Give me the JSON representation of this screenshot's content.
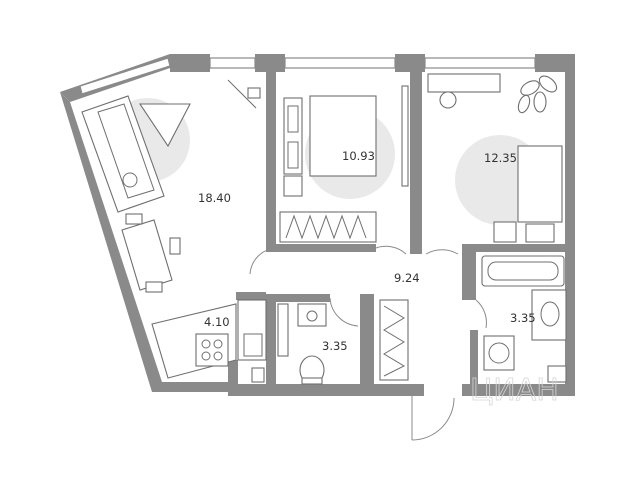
{
  "rooms": [
    {
      "id": "living",
      "area": "18.40"
    },
    {
      "id": "bedroom1",
      "area": "10.93"
    },
    {
      "id": "bedroom2",
      "area": "12.35"
    },
    {
      "id": "hall",
      "area": "9.24"
    },
    {
      "id": "kitchen",
      "area": "4.10"
    },
    {
      "id": "bath1",
      "area": "3.35"
    },
    {
      "id": "bath2",
      "area": "3.35"
    }
  ],
  "watermark": "ЦИАН",
  "colors": {
    "wall": "#8a8a8a",
    "furniture": "#6f6f6f",
    "accent_blob": "#e9e9e9"
  }
}
